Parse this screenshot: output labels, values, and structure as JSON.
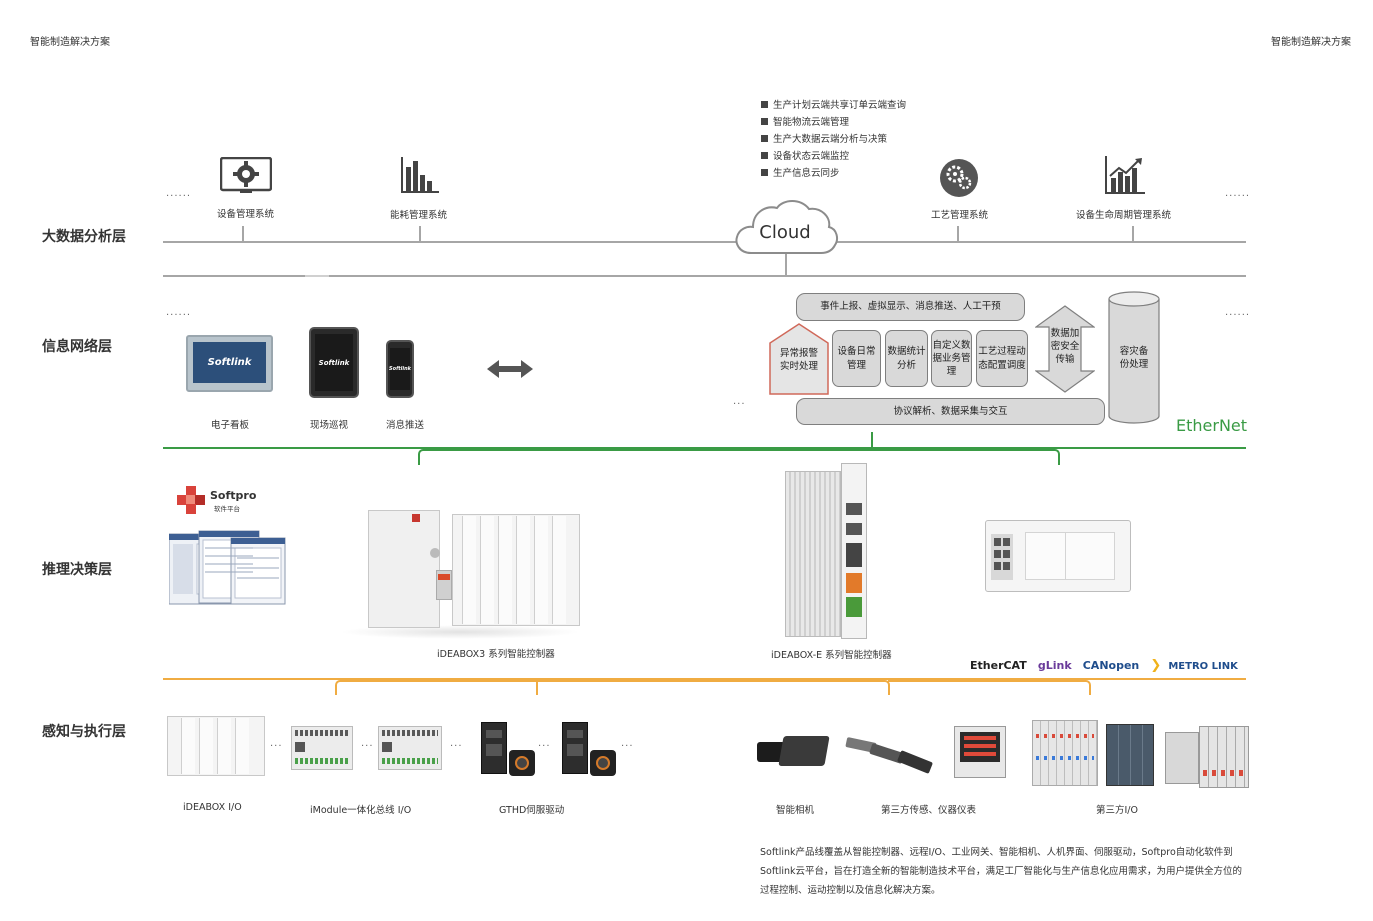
{
  "header": {
    "left": "智能制造解决方案",
    "right": "智能制造解决方案"
  },
  "layers": {
    "big_data": "大数据分析层",
    "info_network": "信息网络层",
    "decision": "推理决策层",
    "sensing": "感知与执行层"
  },
  "ellipsis": {
    "short": "......",
    "mid": "...",
    "tiny": "..."
  },
  "cloud": {
    "label": "Cloud",
    "bullets": [
      "生产计划云端共享订单云端查询",
      "智能物流云端管理",
      "生产大数据云端分析与决策",
      "设备状态云端监控",
      "生产信息云同步"
    ]
  },
  "big_data_systems": [
    "设备管理系统",
    "能耗管理系统",
    "工艺管理系统",
    "设备生命周期管理系统"
  ],
  "info_network": {
    "devices": [
      "电子看板",
      "现场巡视",
      "消息推送"
    ],
    "device_brand": "Softlink",
    "top_bar": "事件上报、虚拟显示、消息推送、人工干预",
    "alarm": "异常报警实时处理",
    "modules": [
      "设备日常管理",
      "数据统计分析",
      "自定义数据业务管理",
      "工艺过程动态配置调度"
    ],
    "encryption": "数据加密安全传输",
    "backup": "容灾备份处理",
    "bottom_bar": "协议解析、数据采集与交互",
    "ethernet_label": "EtherNet"
  },
  "decision": {
    "softpro_name": "Softpro",
    "softpro_sub": "软件平台",
    "controller1": "iDEABOX3 系列智能控制器",
    "controller2": "iDEABOX-E 系列智能控制器",
    "protocols": [
      "EtherCAT",
      "gLink",
      "CANopen",
      "METRO LINK"
    ]
  },
  "sensing": {
    "left_groups": [
      "iDEABOX I/O",
      "iModule一体化总线 I/O",
      "GTHD伺服驱动"
    ],
    "right_groups": [
      "智能相机",
      "第三方传感、仪器仪表",
      "第三方I/O"
    ]
  },
  "description": "Softlink产品线覆盖从智能控制器、远程I/O、工业网关、智能相机、人机界面、伺服驱动，Softpro自动化软件到Softlink云平台，旨在打造全新的智能制造技术平台，满足工厂智能化与生产信息化应用需求，为用户提供全方位的过程控制、运动控制以及信息化解决方案。",
  "colors": {
    "network_green": "#3a9b45",
    "field_orange": "#f0ac42",
    "gray_line": "#a6a6a6",
    "box_fill": "#d9d9d9"
  }
}
